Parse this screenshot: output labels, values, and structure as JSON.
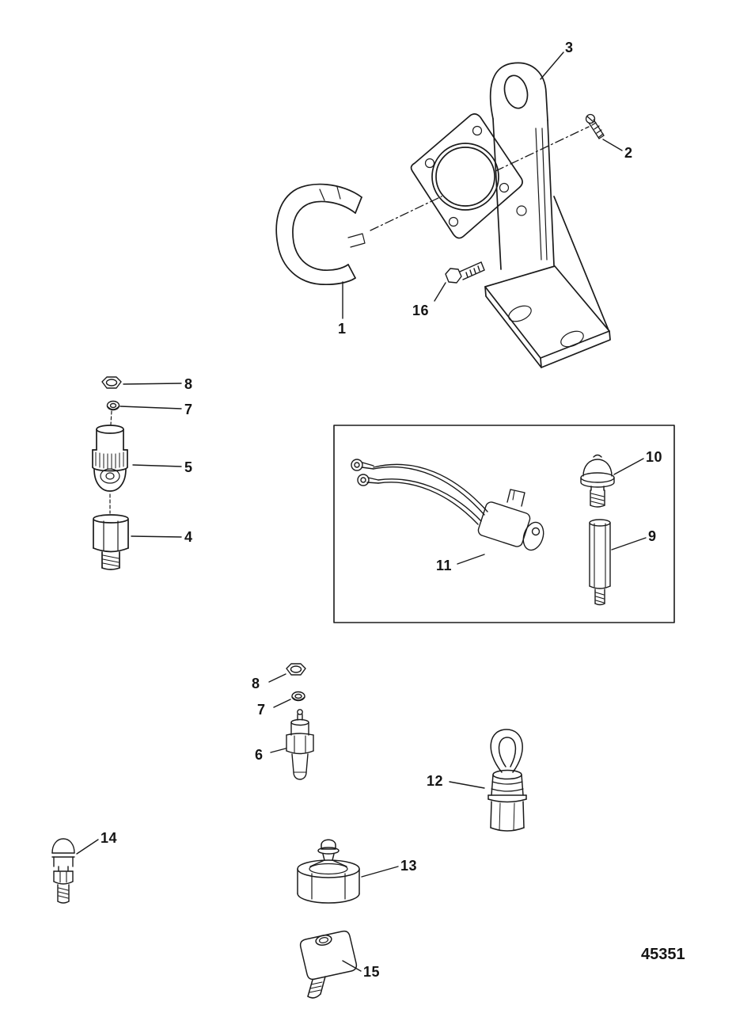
{
  "figure_number": "45351",
  "colors": {
    "ink": "#1b1b1b",
    "background": "#ffffff"
  },
  "callouts": [
    {
      "label": "3"
    },
    {
      "label": "2"
    },
    {
      "label": "1"
    },
    {
      "label": "16"
    },
    {
      "label": "8"
    },
    {
      "label": "7"
    },
    {
      "label": "5"
    },
    {
      "label": "4"
    },
    {
      "label": "10"
    },
    {
      "label": "9"
    },
    {
      "label": "11"
    },
    {
      "label": "8"
    },
    {
      "label": "7"
    },
    {
      "label": "6"
    },
    {
      "label": "12"
    },
    {
      "label": "14"
    },
    {
      "label": "13"
    },
    {
      "label": "15"
    }
  ]
}
